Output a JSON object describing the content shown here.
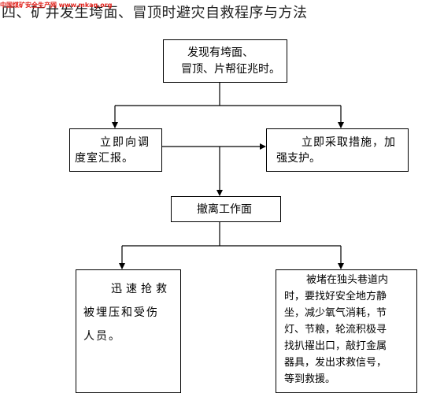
{
  "page": {
    "title": "四、矿井发生垮面、冒顶时避灾自救程序与方法",
    "watermark": "中国煤矿安全生产网 www.mkaq.org"
  },
  "flowchart": {
    "start": {
      "line1": "发现有垮面、",
      "line2": "冒顶、片帮征兆时。"
    },
    "report": {
      "line1": "立即向调",
      "line2": "度室汇报。"
    },
    "support": {
      "line1": "立即采取措施，加",
      "line2": "强支护。"
    },
    "evacuate": {
      "label": "撤离工作面"
    },
    "rescue": {
      "line1": "迅速抢救",
      "line2": "被埋压和受伤",
      "line3": "人员。"
    },
    "trapped": {
      "line1": "被堵在独头巷道内",
      "line2": "时，要找好安全地方静",
      "line3": "坐，减少氧气消耗，节",
      "line4": "灯、节粮，轮流积极寻",
      "line5": "找扒擢出口，敲打金属",
      "line6": "器具，发出求救信号，",
      "line7": "等到救援。"
    }
  }
}
